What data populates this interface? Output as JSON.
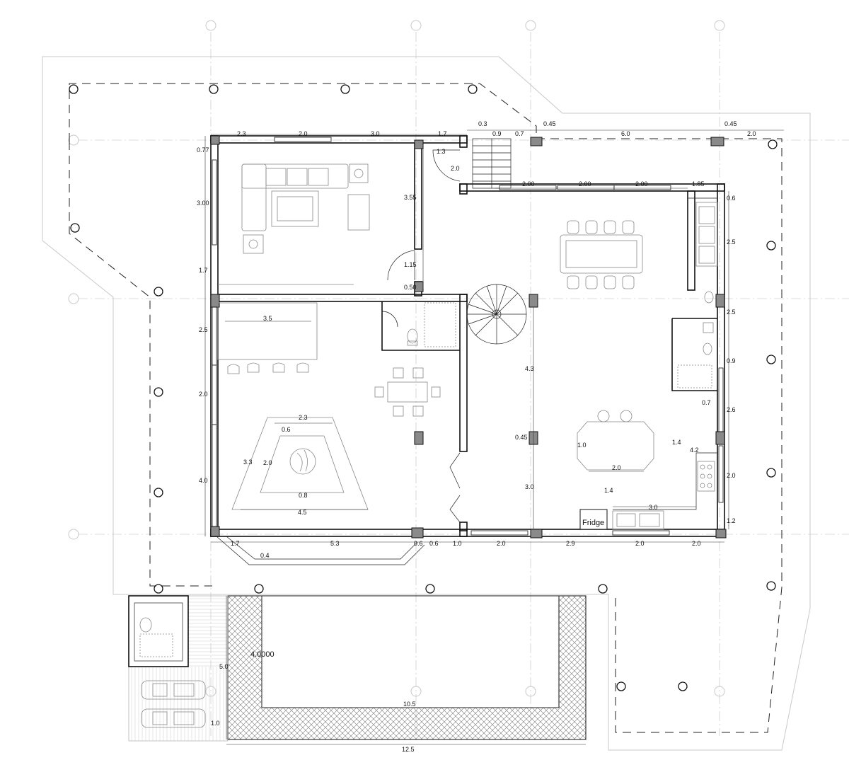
{
  "dimensions": {
    "top_left": [
      "2.3",
      "2.0",
      "3.0",
      "1.7"
    ],
    "top_stair": [
      "0.3",
      "0.9",
      "0.7",
      "0.45",
      "6.0",
      "0.45",
      "2.0"
    ],
    "stair_side": [
      "1.3",
      "2.0"
    ],
    "kitchen_windows": [
      "2.00",
      "2.00",
      "2.00",
      "1.85"
    ],
    "left_side": [
      "0.77",
      "3.00",
      "1.7",
      "2.5",
      "2.0",
      "4.0"
    ],
    "living_partition": [
      "3.55",
      "1.15",
      "0.50"
    ],
    "right_side": [
      "0.6",
      "2.5",
      "2.5",
      "0.9",
      "2.6",
      "2.0",
      "1.2"
    ],
    "center_column": [
      "4.3",
      "0.45",
      "3.0"
    ],
    "bottom": [
      "1.7",
      "0.4",
      "5.3",
      "0.6",
      "0.6",
      "1.0",
      "2.0",
      "2.9",
      "2.0",
      "2.0"
    ],
    "dining_area": [
      "3.5"
    ],
    "fireplace": [
      "2.3",
      "0.6",
      "3.3",
      "2.0",
      "0.8",
      "4.5"
    ],
    "kitchen_table": [
      "0.7",
      "1.0",
      "1.4",
      "4.2",
      "2.0",
      "1.4",
      "3.0"
    ],
    "pool": [
      "4.0000",
      "10.5",
      "5.0",
      "1.0",
      "12.5"
    ]
  },
  "labels": {
    "fridge": "Fridge"
  },
  "icons": [
    "sofa-icon",
    "toilet-icon",
    "spiral-stair-icon",
    "car-icon",
    "stove-icon",
    "sink-icon",
    "dining-table-icon",
    "fireplace-icon"
  ]
}
